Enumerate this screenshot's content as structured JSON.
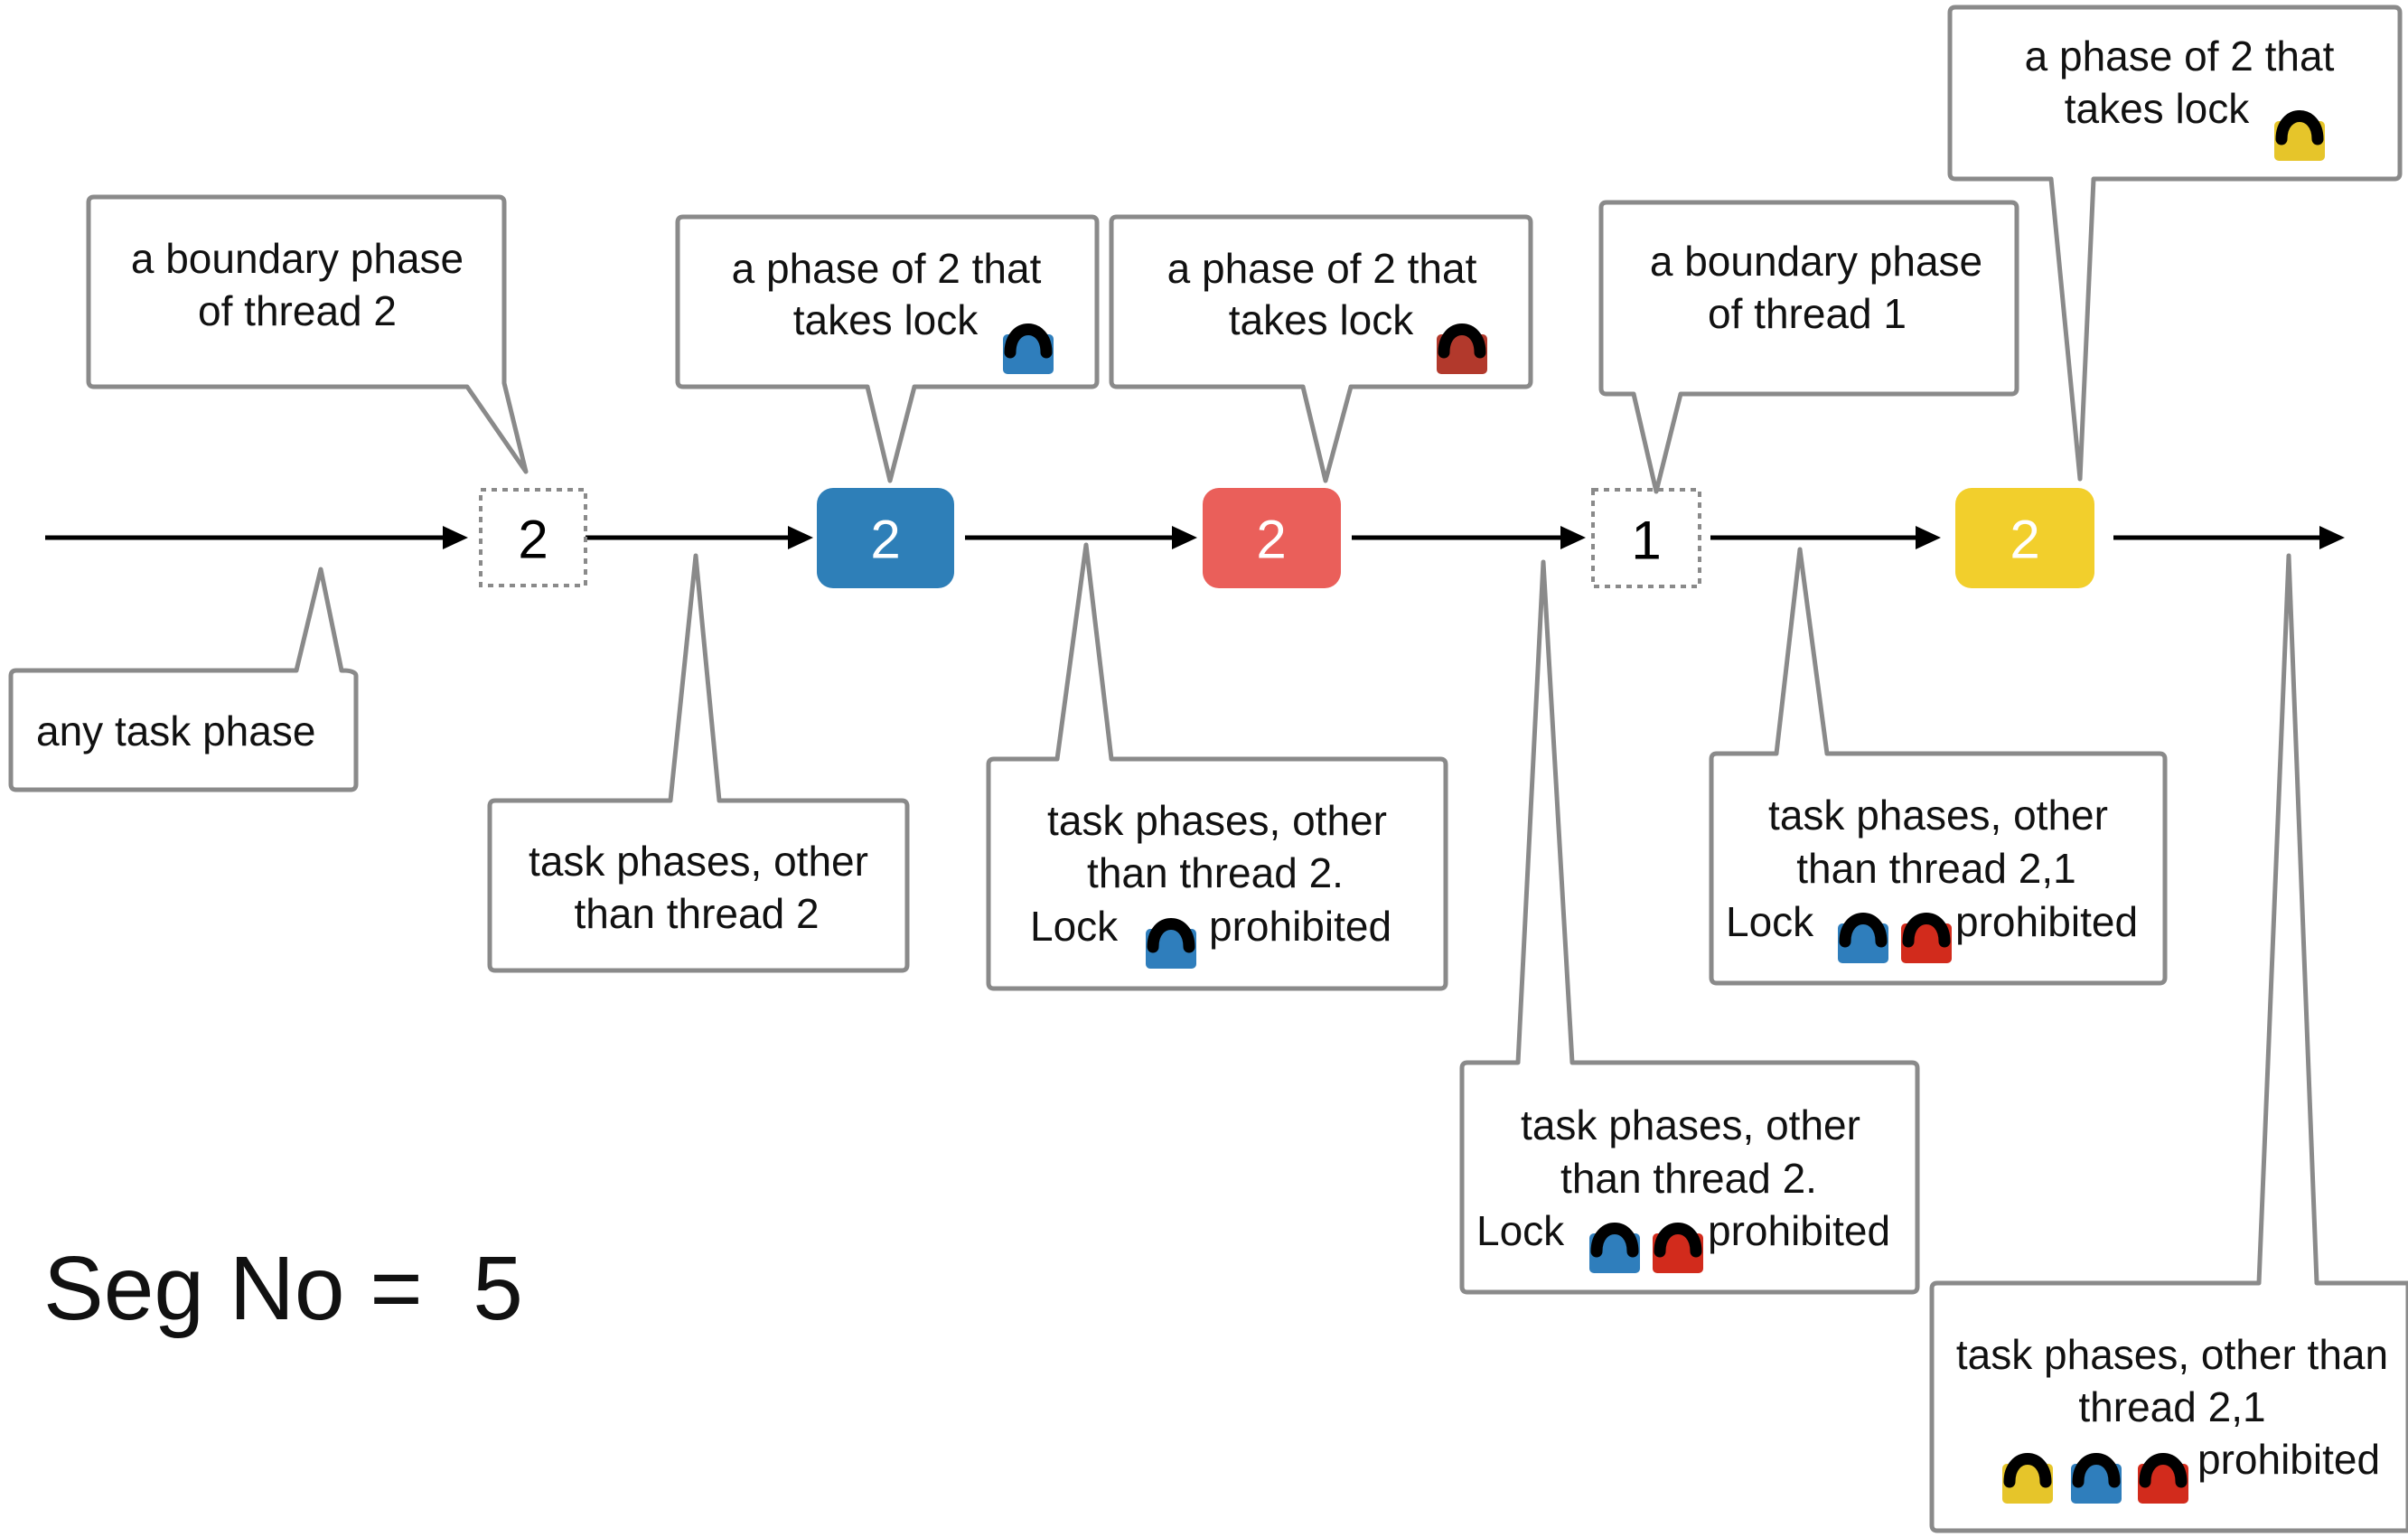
{
  "colors": {
    "blue": "#2e7fb8",
    "red": "#ea5f5a",
    "yellow": "#f2cf2c",
    "lock_blue": "#2f7ebc",
    "lock_red_dark": "#b2392c",
    "lock_red": "#d22b1c",
    "lock_yellow": "#e6c52a",
    "outline": "#8a8a8a"
  },
  "phases": [
    {
      "label": "2",
      "style": "boundary"
    },
    {
      "label": "2",
      "style": "blue"
    },
    {
      "label": "2",
      "style": "red"
    },
    {
      "label": "1",
      "style": "boundary"
    },
    {
      "label": "2",
      "style": "yellow"
    }
  ],
  "callouts_top": [
    {
      "lines": [
        "a boundary phase",
        "of thread 2"
      ]
    },
    {
      "lines": [
        "a phase of 2 that",
        "takes lock"
      ],
      "lock": "blue-lock-icon"
    },
    {
      "lines": [
        "a phase of 2 that",
        "takes lock"
      ],
      "lock": "red-lock-icon"
    },
    {
      "lines": [
        "a boundary phase",
        "of thread 1"
      ]
    },
    {
      "lines": [
        "a phase of 2 that",
        "takes lock"
      ],
      "lock": "yellow-lock-icon"
    }
  ],
  "callouts_bottom": [
    {
      "lines": [
        "any task phase"
      ]
    },
    {
      "lines": [
        "task phases, other",
        "than thread 2"
      ]
    },
    {
      "lines": [
        "task phases, other",
        "than thread 2.",
        "Lock",
        "prohibited"
      ],
      "locks": [
        "blue-lock-icon"
      ]
    },
    {
      "lines": [
        "task phases, other",
        "than thread 2.",
        "Lock",
        "prohibited"
      ],
      "locks": [
        "blue-lock-icon",
        "red-lock-icon"
      ]
    },
    {
      "lines": [
        "task phases, other",
        "than thread 2,1",
        "Lock",
        "prohibited"
      ],
      "locks": [
        "blue-lock-icon",
        "red-lock-icon"
      ]
    },
    {
      "lines": [
        "task phases, other than",
        "thread 2,1",
        "prohibited"
      ],
      "locks": [
        "yellow-lock-icon",
        "blue-lock-icon",
        "red-lock-icon"
      ]
    }
  ],
  "seg": {
    "label": "Seg No =  5"
  }
}
